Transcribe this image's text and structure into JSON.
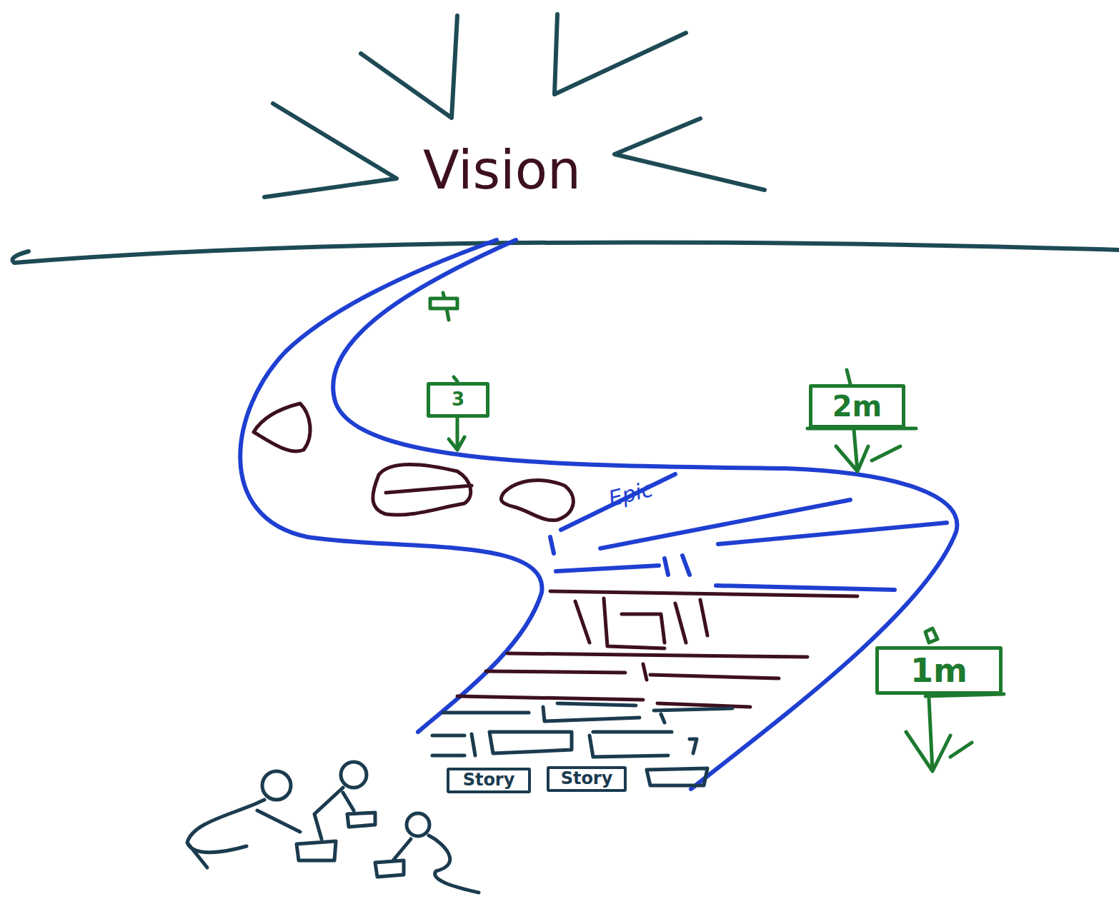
{
  "diagram": {
    "nodes": [
      {
        "text": [
          "3"
        ]
      },
      {
        "text": [
          "2m"
        ]
      },
      {
        "text": [
          "1m"
        ]
      },
      {
        "text": [
          "Story"
        ]
      },
      {
        "text": [
          "Story"
        ]
      }
    ],
    "labels": [
      "Vision",
      "Epic"
    ]
  }
}
